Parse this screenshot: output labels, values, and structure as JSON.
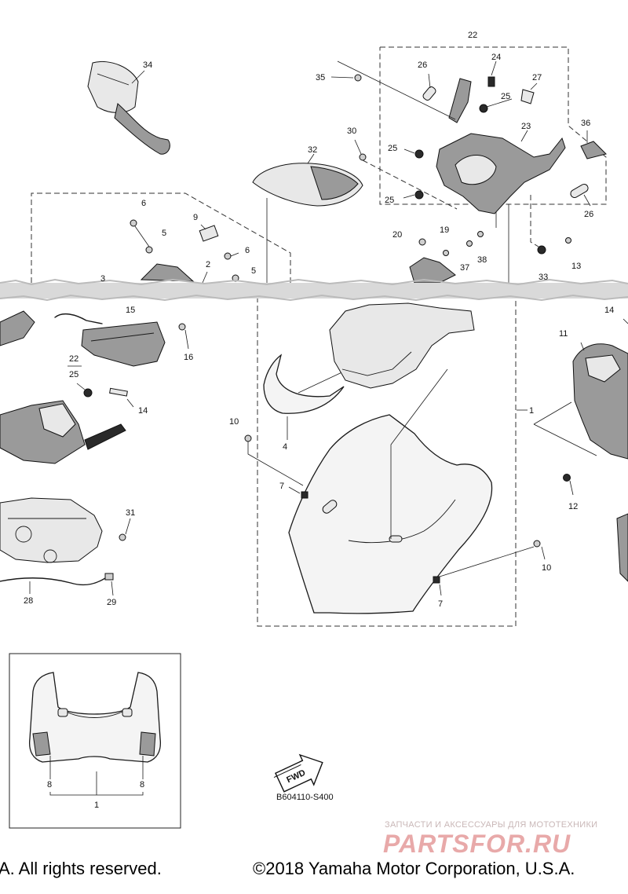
{
  "diagram": {
    "fwd_label": "FWD",
    "ref_code": "B604110-S400",
    "copyright_left": "A. All rights reserved.",
    "copyright_right": "©2018 Yamaha Motor Corporation, U.S.A.",
    "watermark_tagline": "ЗАПЧАСТИ И АКСЕССУАРЫ ДЛЯ МОТОТЕХНИКИ",
    "watermark_logo": "PARTSFOR.RU",
    "labels": {
      "p34": "34",
      "p22_top": "22",
      "p24": "24",
      "p35": "35",
      "p26_top": "26",
      "p27": "27",
      "p25_a": "25",
      "p30": "30",
      "p23": "23",
      "p36": "36",
      "p32": "32",
      "p25_b": "25",
      "p25_c": "25",
      "p26_right": "26",
      "p6_a": "6",
      "p9": "9",
      "p5_a": "5",
      "p6_b": "6",
      "p2": "2",
      "p5_b": "5",
      "p3": "3",
      "p20": "20",
      "p19": "19",
      "p38": "38",
      "p37": "37",
      "p33": "33",
      "p13": "13",
      "p15": "15",
      "p16": "16",
      "p22_left": "22",
      "p25_left": "25",
      "p14_left": "14",
      "p4": "4",
      "p10_a": "10",
      "p7_a": "7",
      "p1_main": "1",
      "p14_right": "14",
      "p11": "11",
      "p12": "12",
      "p31": "31",
      "p10_b": "10",
      "p7_b": "7",
      "p28": "28",
      "p29": "29",
      "p8_left": "8",
      "p8_right": "8",
      "p1_inset": "1"
    }
  }
}
